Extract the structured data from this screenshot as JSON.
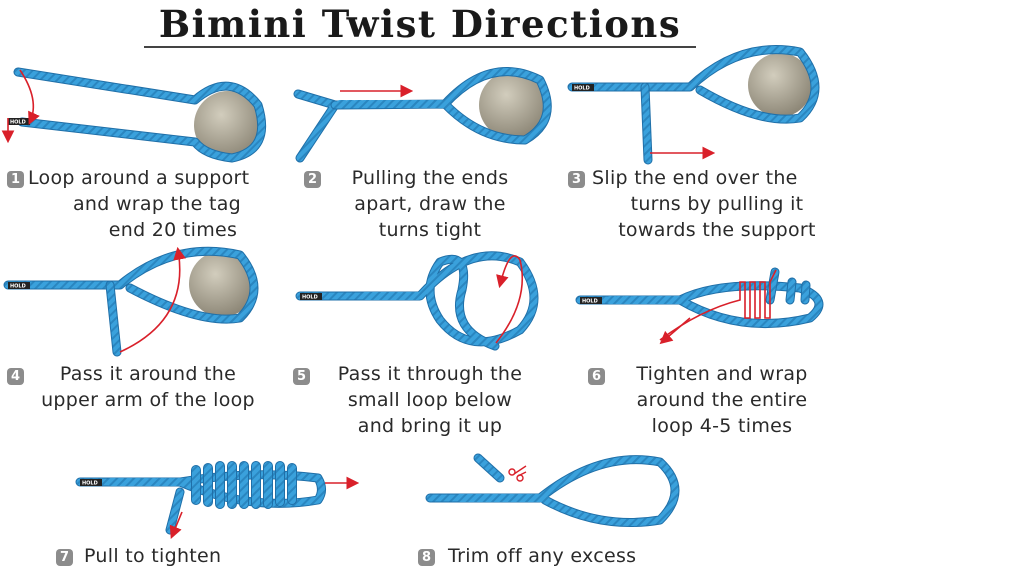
{
  "title": "Bimini Twist Directions",
  "hold_tag": "HOLD",
  "colors": {
    "rope": "#3aa1dc",
    "rope_edge": "#1f6fa8",
    "arrow": "#d9202a",
    "support": "#b3ad9c",
    "badge": "#8c8c8c"
  },
  "steps": [
    {
      "num": "1",
      "lines": [
        "Loop around a support",
        "and wrap the tag",
        "end 20 times"
      ]
    },
    {
      "num": "2",
      "lines": [
        "Pulling the ends",
        "apart, draw the",
        "turns tight"
      ]
    },
    {
      "num": "3",
      "lines": [
        "Slip the end over the",
        "turns by pulling it",
        "towards the support"
      ]
    },
    {
      "num": "4",
      "lines": [
        "Pass it around the",
        "upper arm of the loop"
      ]
    },
    {
      "num": "5",
      "lines": [
        "Pass it through the",
        "small loop below",
        "and bring it up"
      ]
    },
    {
      "num": "6",
      "lines": [
        "Tighten and wrap",
        "around the entire",
        "loop 4-5 times"
      ]
    },
    {
      "num": "7",
      "lines": [
        "Pull to tighten"
      ]
    },
    {
      "num": "8",
      "lines": [
        "Trim off any excess"
      ]
    }
  ]
}
